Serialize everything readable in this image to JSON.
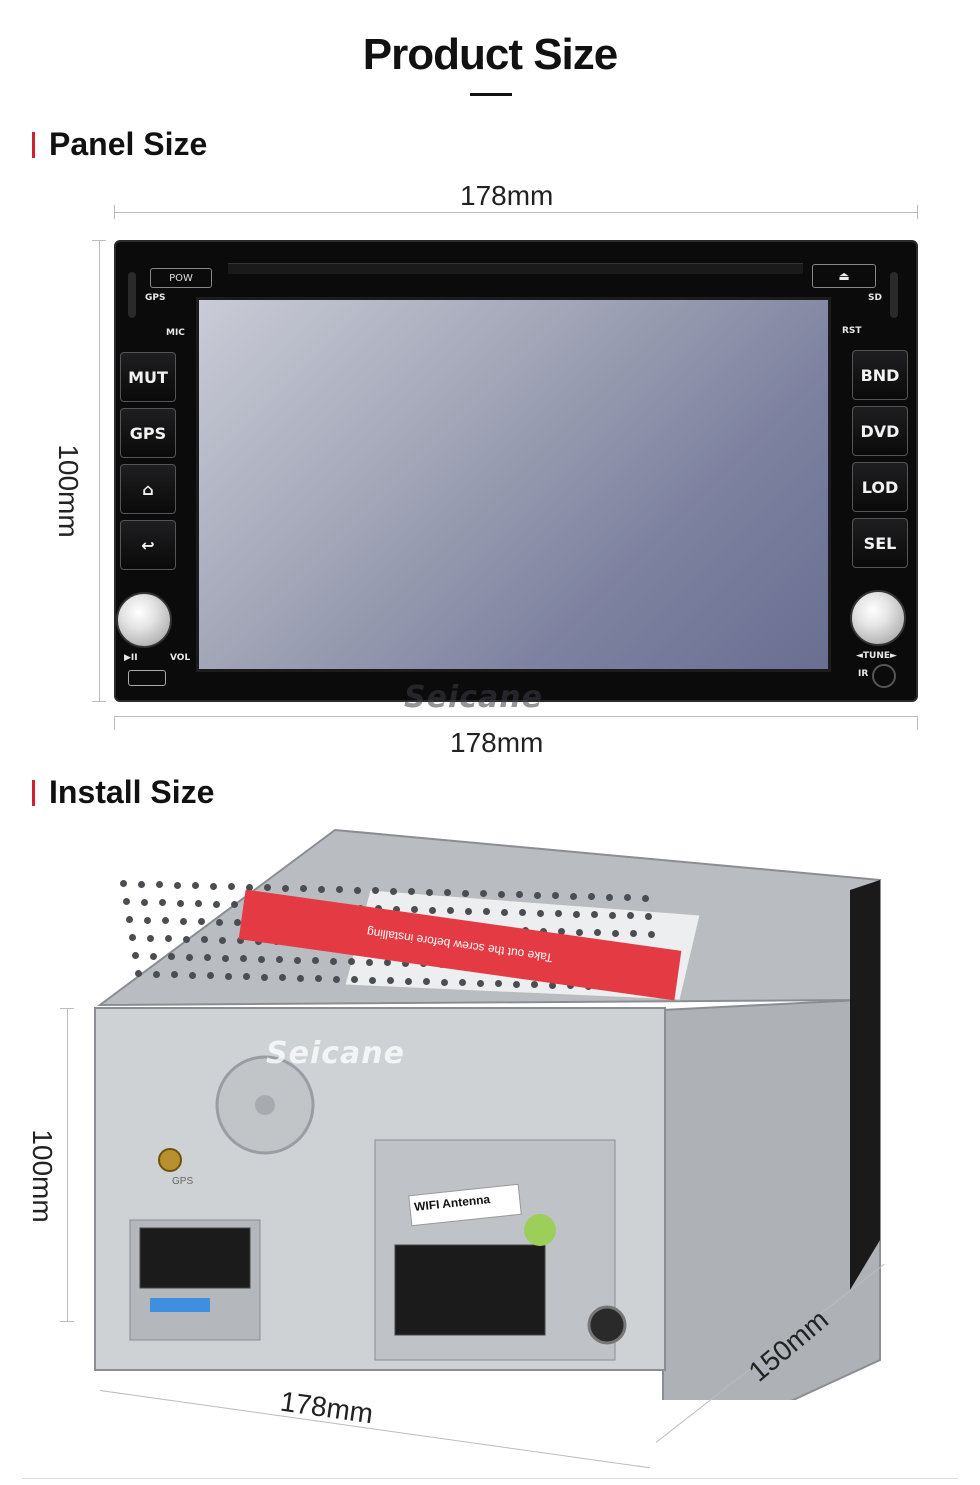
{
  "header": {
    "title": "Product Size"
  },
  "sections": {
    "panel": {
      "label": "Panel Size",
      "width_top": "178mm",
      "width_bottom": "178mm",
      "height": "100mm"
    },
    "install": {
      "label": "Install Size",
      "height": "100mm",
      "width": "178mm",
      "depth": "150mm"
    }
  },
  "device": {
    "pow_label": "POW",
    "gps_label": "GPS",
    "mic_label": "MIC",
    "sd_label": "SD",
    "rst_label": "RST",
    "vol_label": "VOL",
    "tune_label": "◄TUNE►",
    "ir_label": "IR",
    "left_buttons": [
      "MUT",
      "GPS",
      "⌂",
      "↩"
    ],
    "right_buttons": [
      "BND",
      "DVD",
      "LOD",
      "SEL"
    ]
  },
  "install_unit": {
    "red_label": "Take out the screw before installing",
    "wifi_label": "WIFI Antenna",
    "gps_port_label": "GPS"
  },
  "watermark": "Seicane",
  "colors": {
    "accent": "#d2202e",
    "screen_top": "#c9ccd6",
    "screen_bottom": "#6a6f92"
  }
}
